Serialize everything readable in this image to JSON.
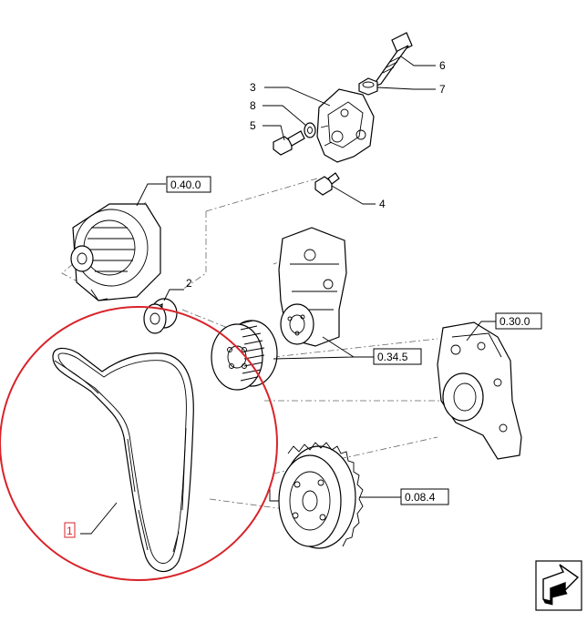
{
  "part_numbers": {
    "p1": "1",
    "p2": "2",
    "p3": "3",
    "p4": "4",
    "p5": "5",
    "p6": "6",
    "p7": "7",
    "p8": "8"
  },
  "references": {
    "alternator": "0.40.0",
    "water_pump": "0.34.5",
    "timing_cover": "0.30.0",
    "damper": "0.08.4"
  },
  "highlight": {
    "circle_color": "#d9232a",
    "selected_part_color": "#d9232a"
  },
  "navigation": {
    "icon": "next-page-arrow-icon"
  }
}
